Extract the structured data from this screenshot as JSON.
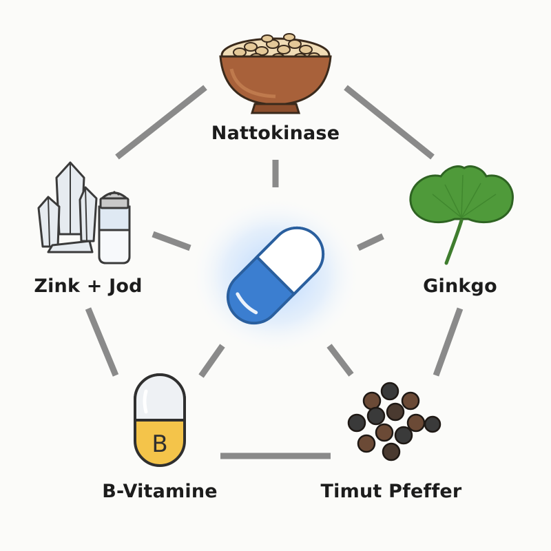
{
  "nodes": {
    "top": {
      "label": "Nattokinase",
      "icon": "natto-bowl-icon"
    },
    "right": {
      "label": "Ginkgo",
      "icon": "ginkgo-leaf-icon"
    },
    "bottom_right": {
      "label": "Timut Pfeffer",
      "icon": "pepper-icon"
    },
    "bottom_left": {
      "label": "B-Vitamine",
      "icon": "capsule-b-icon",
      "badge": "B"
    },
    "left": {
      "label": "Zink + Jod",
      "icon": "crystal-salt-icon"
    }
  },
  "center": {
    "icon": "capsule-icon"
  },
  "colors": {
    "connector": "#8a8a8a",
    "capsule_blue": "#3b7ed0",
    "capsule_glow": "#9cc7ff",
    "bowl": "#a8613a",
    "leaf": "#4f9a3a",
    "pepper": "#4a3a30",
    "vitamin_yellow": "#f4c44a"
  }
}
